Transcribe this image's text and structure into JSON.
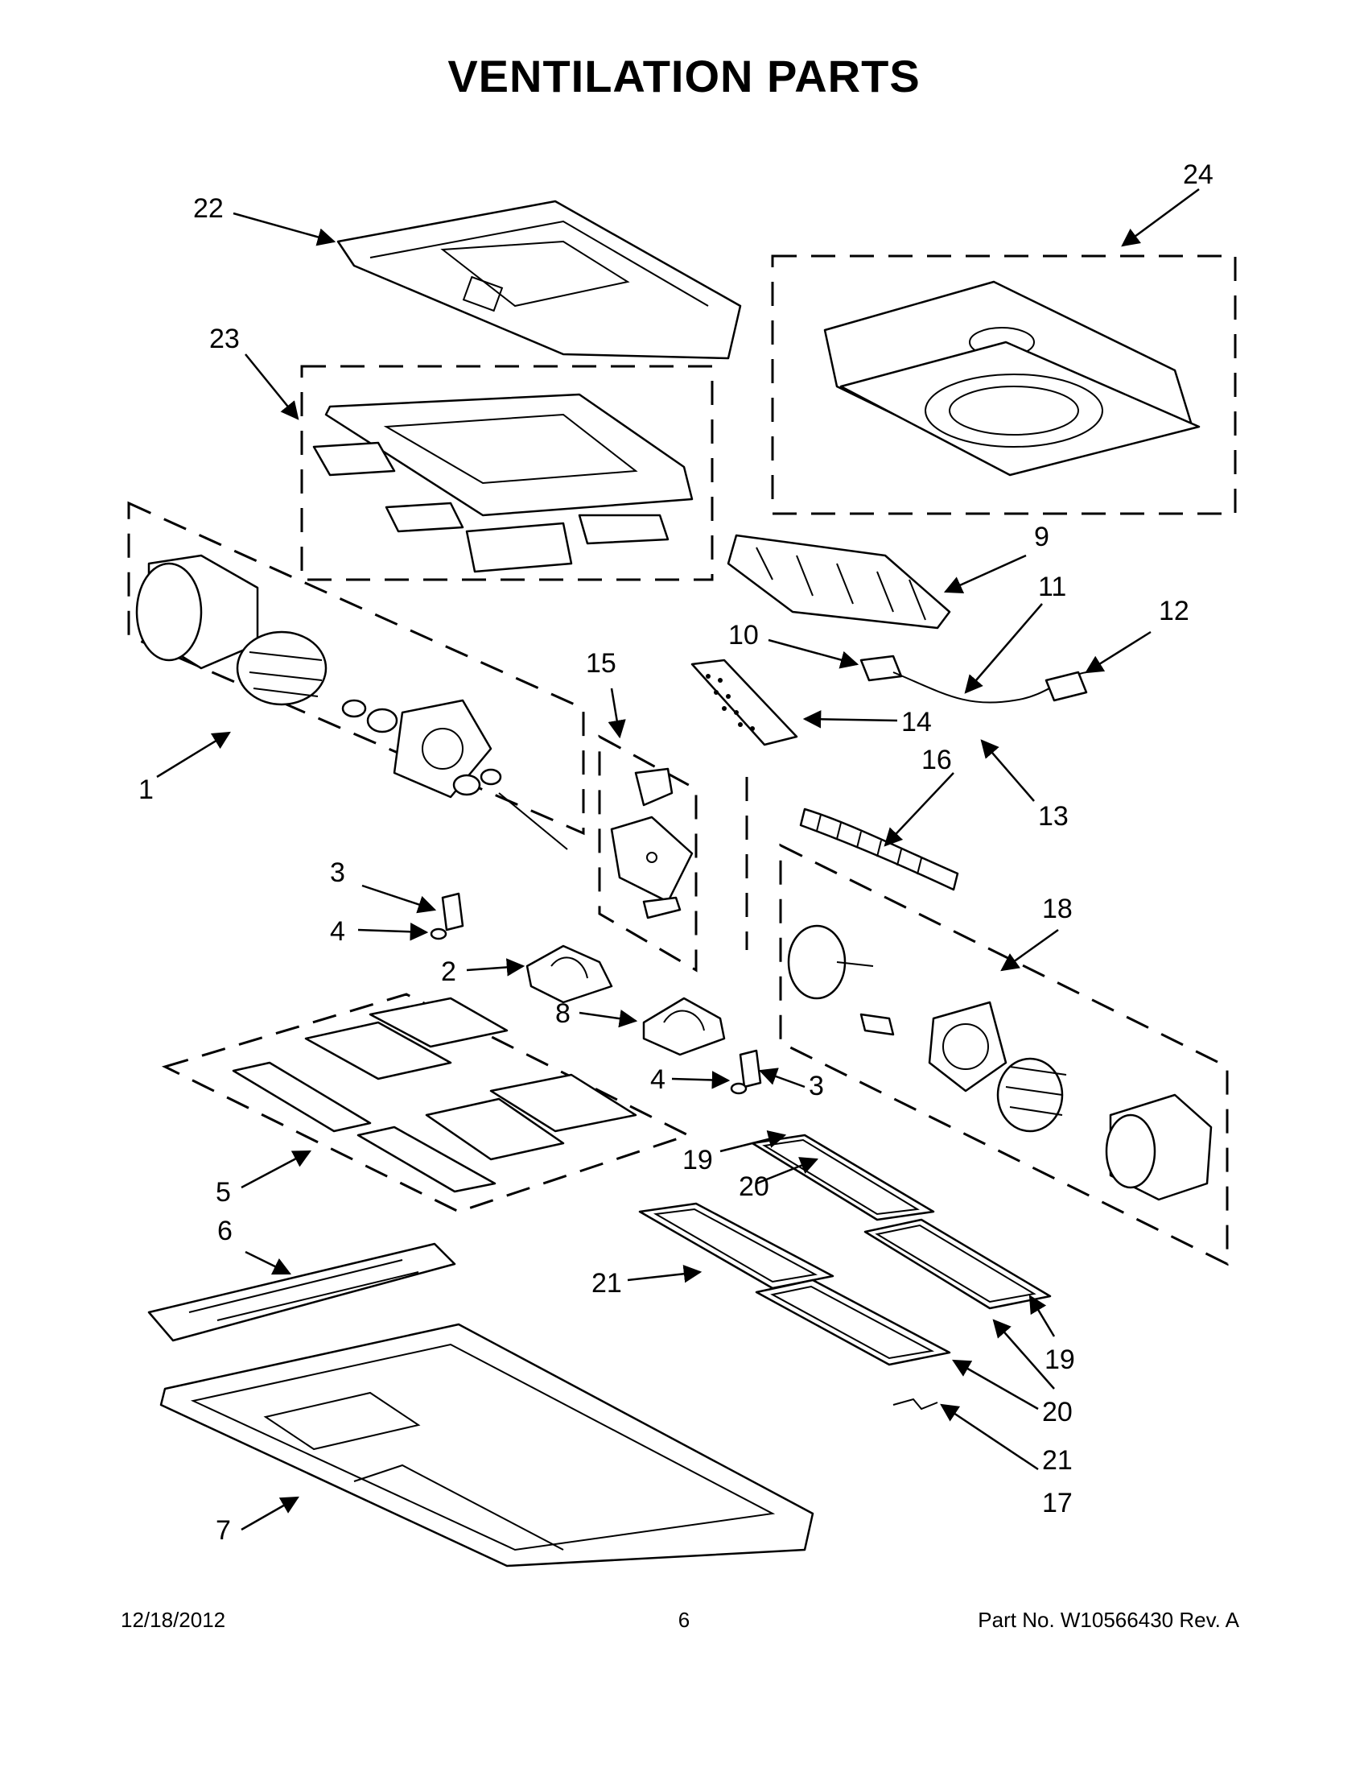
{
  "title": "VENTILATION PARTS",
  "footer": {
    "date": "12/18/2012",
    "page": "6",
    "part_number": "Part No.  W10566430  Rev.  A"
  },
  "callouts": [
    "22",
    "24",
    "23",
    "9",
    "11",
    "12",
    "10",
    "1",
    "15",
    "14",
    "16",
    "13",
    "3",
    "4",
    "2",
    "18",
    "8",
    "4",
    "3",
    "19",
    "20",
    "5",
    "6",
    "21",
    "19",
    "20",
    "21",
    "17",
    "7"
  ]
}
